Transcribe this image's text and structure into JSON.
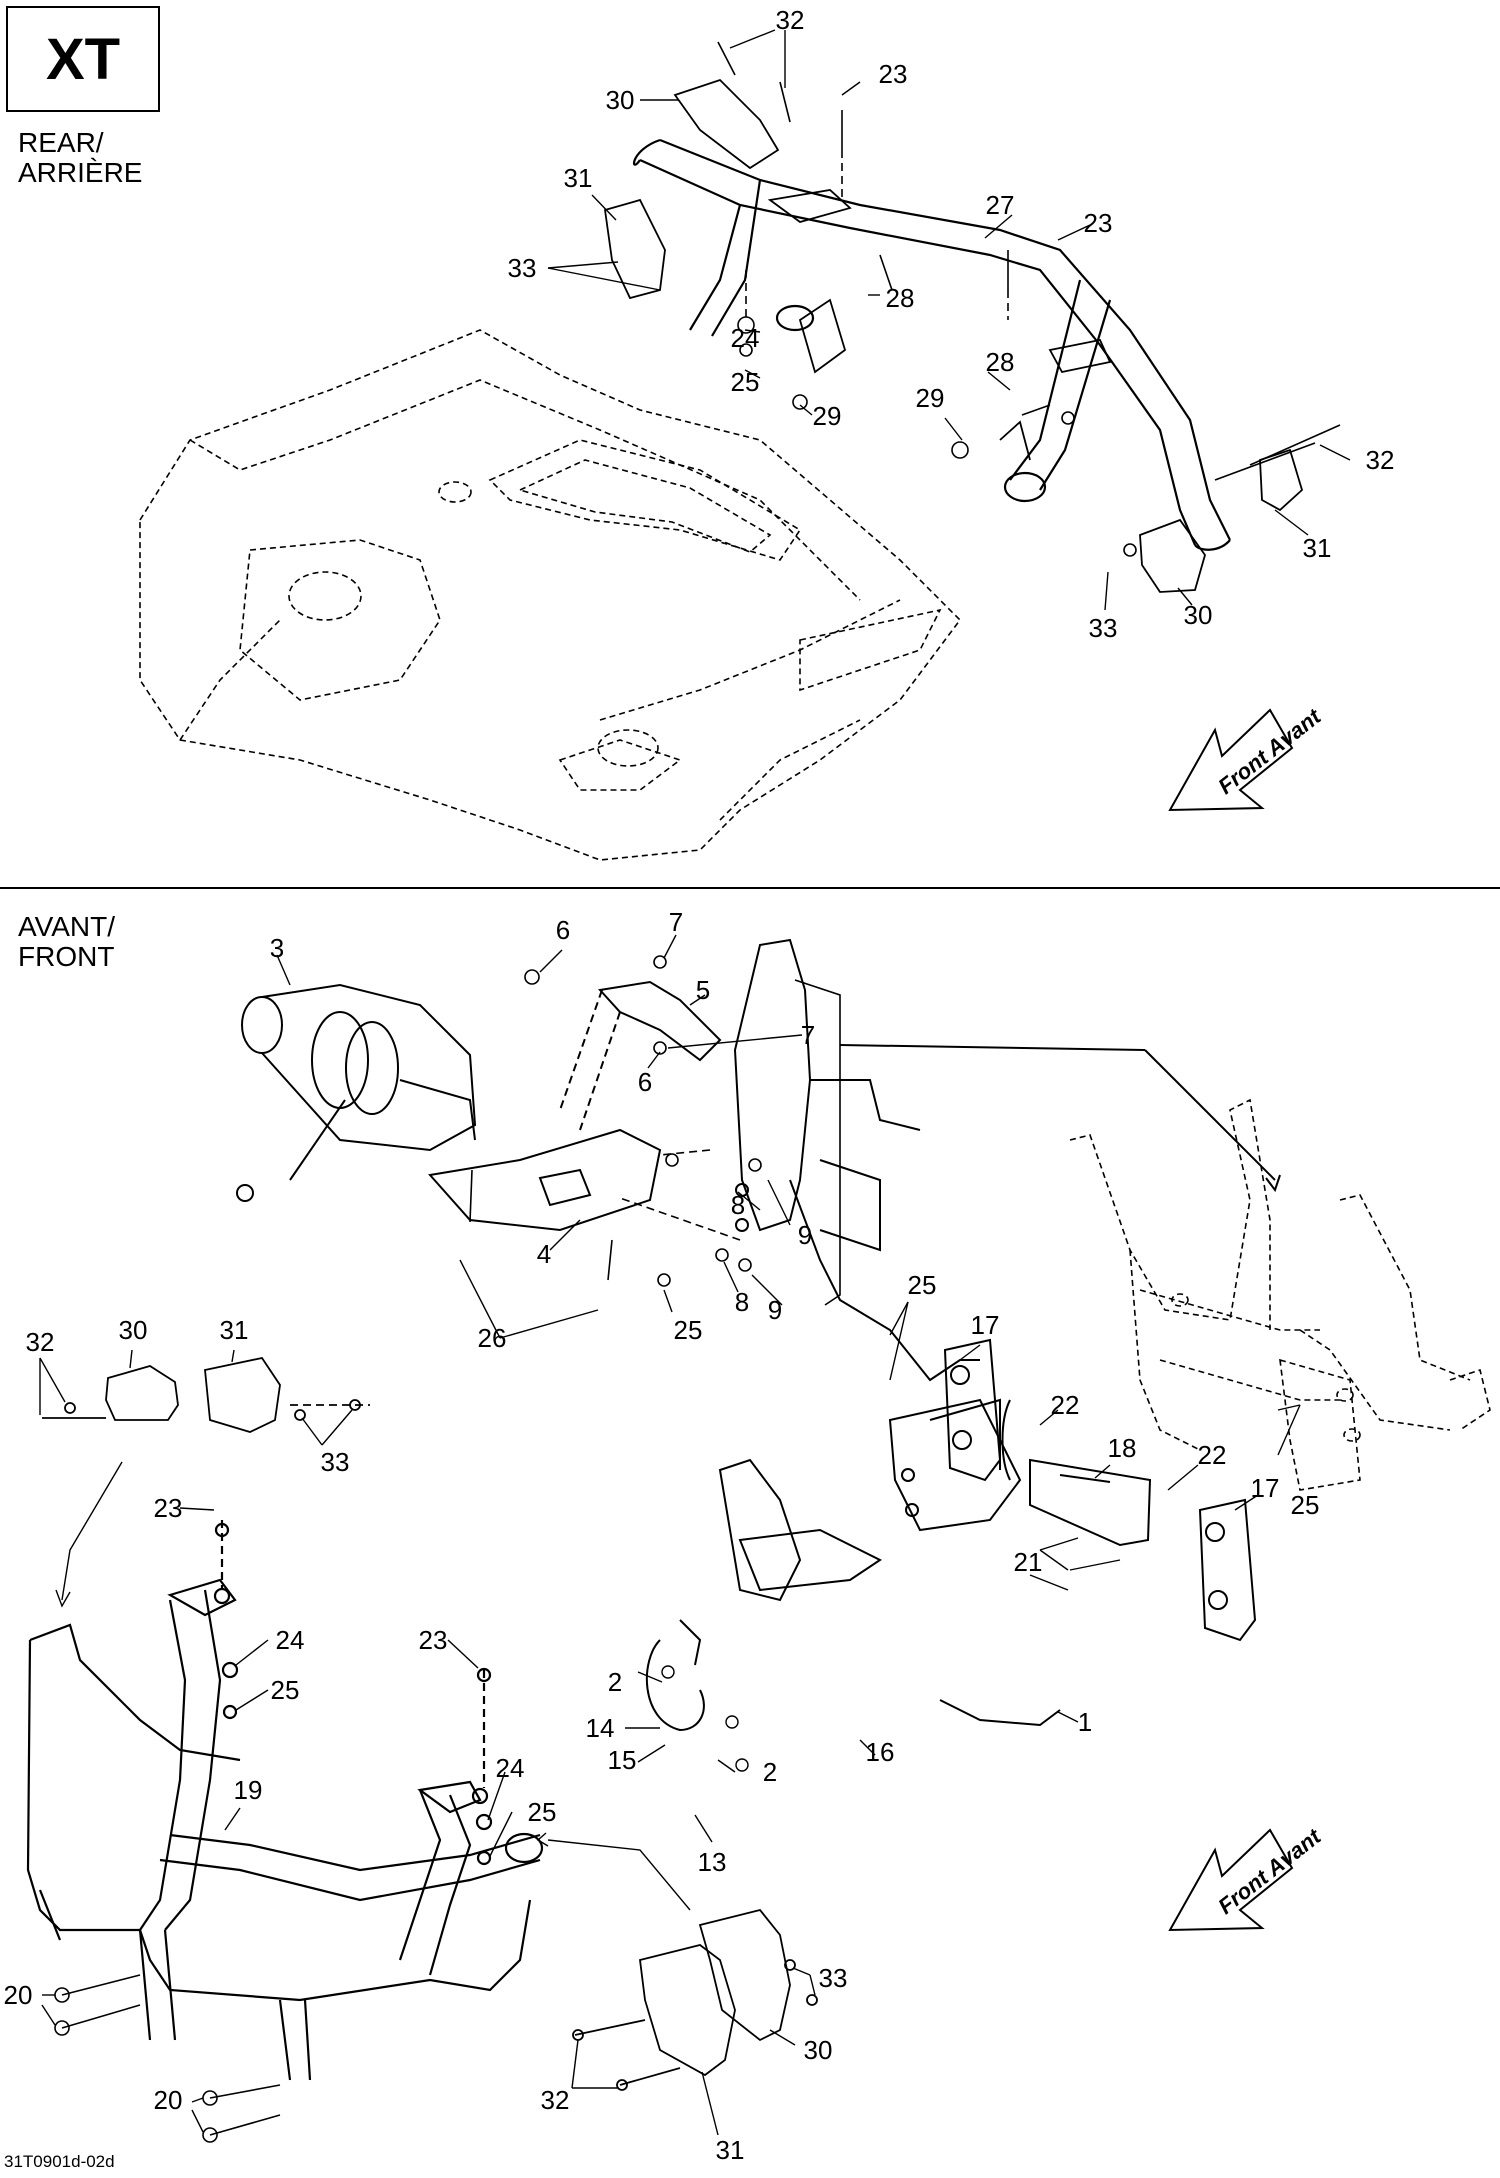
{
  "model_badge": "XT",
  "sections": {
    "rear": "REAR/\nARRIÈRE",
    "front": "AVANT/\nFRONT"
  },
  "front_arrows": {
    "top": "Front\nAvant",
    "bottom": "Front\nAvant"
  },
  "drawing_ref": "31T0901d-02d",
  "callouts": {
    "rear": [
      "32",
      "23",
      "30",
      "31",
      "27",
      "23",
      "33",
      "28",
      "24",
      "25",
      "28",
      "29",
      "29",
      "32",
      "31",
      "30",
      "33"
    ],
    "front_winch": [
      "3",
      "6",
      "7",
      "5",
      "7",
      "6",
      "4",
      "8",
      "9",
      "8",
      "9",
      "26",
      "25"
    ],
    "front_left": [
      "32",
      "30",
      "31",
      "33",
      "23",
      "24",
      "25",
      "23",
      "19",
      "24",
      "25",
      "20",
      "20"
    ],
    "front_right": [
      "25",
      "17",
      "22",
      "18",
      "22",
      "17",
      "25",
      "21",
      "1",
      "2",
      "14",
      "15",
      "2",
      "16",
      "13",
      "33",
      "32",
      "30",
      "31"
    ]
  }
}
